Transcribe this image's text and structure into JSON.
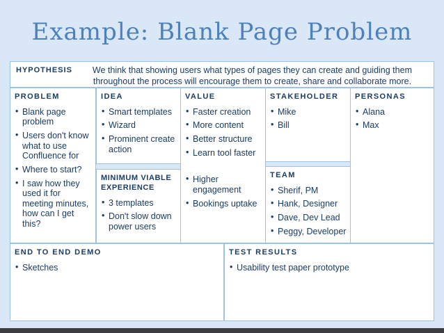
{
  "title": "Example: Blank Page Problem",
  "hypothesis": {
    "label": "HYPOTHESIS",
    "text": "We think that showing users what types of pages they can create and guiding them throughout the process will encourage them to create, share and collaborate more."
  },
  "sections": {
    "problem": {
      "title": "PROBLEM",
      "items": [
        "Blank page problem",
        "Users don't know what to use Confluence for",
        "Where to start?",
        "I saw how they used it for meeting minutes, how can I get this?"
      ]
    },
    "idea": {
      "title": "IDEA",
      "items": [
        "Smart templates",
        "Wizard",
        "Prominent create action"
      ]
    },
    "mve": {
      "title": "MINIMUM VIABLE EXPERIENCE",
      "items": [
        "3 templates",
        "Don't slow down power users"
      ]
    },
    "value": {
      "title": "VALUE",
      "items": [
        "Faster creation",
        "More content",
        "Better structure",
        "Learn tool faster",
        "Higher engagement",
        "Bookings uptake"
      ]
    },
    "stakeholder": {
      "title": "STAKEHOLDER",
      "items": [
        "Mike",
        "Bill"
      ]
    },
    "team": {
      "title": "TEAM",
      "items": [
        "Sherif, PM",
        "Hank, Designer",
        "Dave, Dev Lead",
        "Peggy, Developer"
      ]
    },
    "personas": {
      "title": "PERSONAS",
      "items": [
        "Alana",
        "Max"
      ]
    },
    "demo": {
      "title": "END TO END DEMO",
      "items": [
        "Sketches"
      ]
    },
    "test": {
      "title": "TEST RESULTS",
      "items": [
        "Usability test paper prototype"
      ]
    }
  },
  "colors": {
    "background": "#d9e7f7",
    "box_fill": "#ffffff",
    "box_border": "#9cc2e5",
    "title_text": "#4e80ba",
    "body_text": "#1b3c63",
    "bottom_bar": "#3a3e42"
  }
}
